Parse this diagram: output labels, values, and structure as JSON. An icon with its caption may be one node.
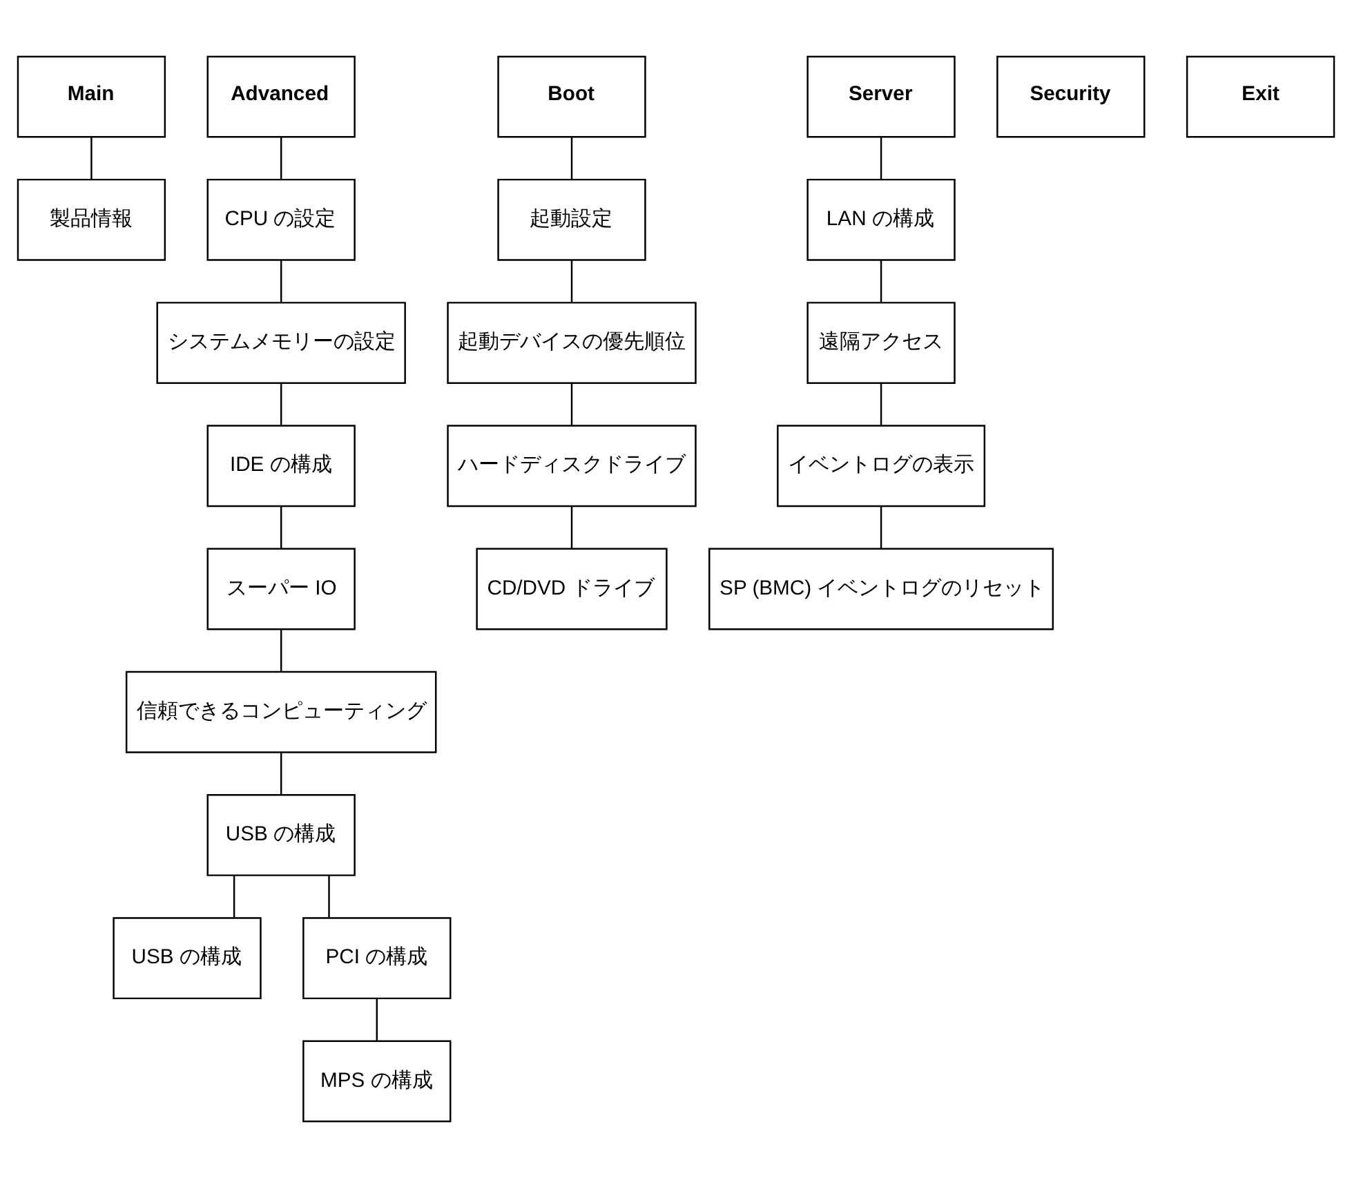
{
  "diagram": {
    "nodes": [
      {
        "text": [
          "Main"
        ]
      },
      {
        "text": [
          "Advanced"
        ]
      },
      {
        "text": [
          "Boot"
        ]
      },
      {
        "text": [
          "Server"
        ]
      },
      {
        "text": [
          "Security"
        ]
      },
      {
        "text": [
          "Exit"
        ]
      },
      {
        "text": [
          "製品情報"
        ]
      },
      {
        "text": [
          "CPU の設定"
        ]
      },
      {
        "text": [
          "システムメモリーの設定"
        ]
      },
      {
        "text": [
          "IDE の構成"
        ]
      },
      {
        "text": [
          "スーパー IO"
        ]
      },
      {
        "text": [
          "信頼できるコンピューティング"
        ]
      },
      {
        "text": [
          "USB の構成"
        ]
      },
      {
        "text": [
          "USB の構成"
        ]
      },
      {
        "text": [
          "PCI の構成"
        ]
      },
      {
        "text": [
          "MPS の構成"
        ]
      },
      {
        "text": [
          "起動設定"
        ]
      },
      {
        "text": [
          "起動デバイスの優先順位"
        ]
      },
      {
        "text": [
          "ハードディスクドライブ"
        ]
      },
      {
        "text": [
          "CD/DVD ドライブ"
        ]
      },
      {
        "text": [
          "LAN の構成"
        ]
      },
      {
        "text": [
          "遠隔アクセス"
        ]
      },
      {
        "text": [
          "イベントログの表示"
        ]
      },
      {
        "text": [
          "SP (BMC) イベントログのリセット"
        ]
      }
    ],
    "edges": [
      {
        "from": 0,
        "to": 6,
        "arrow": "none"
      },
      {
        "from": 1,
        "to": 7,
        "arrow": "none"
      },
      {
        "from": 7,
        "to": 8,
        "arrow": "none"
      },
      {
        "from": 8,
        "to": 9,
        "arrow": "none"
      },
      {
        "from": 9,
        "to": 10,
        "arrow": "none"
      },
      {
        "from": 10,
        "to": 11,
        "arrow": "none"
      },
      {
        "from": 11,
        "to": 12,
        "arrow": "none"
      },
      {
        "from": 12,
        "to": 13,
        "arrow": "none"
      },
      {
        "from": 12,
        "to": 14,
        "arrow": "none"
      },
      {
        "from": 14,
        "to": 15,
        "arrow": "none"
      },
      {
        "from": 2,
        "to": 16,
        "arrow": "none"
      },
      {
        "from": 16,
        "to": 17,
        "arrow": "none"
      },
      {
        "from": 17,
        "to": 18,
        "arrow": "none"
      },
      {
        "from": 18,
        "to": 19,
        "arrow": "none"
      },
      {
        "from": 3,
        "to": 20,
        "arrow": "none"
      },
      {
        "from": 20,
        "to": 21,
        "arrow": "none"
      },
      {
        "from": 21,
        "to": 22,
        "arrow": "none"
      },
      {
        "from": 22,
        "to": 23,
        "arrow": "none"
      }
    ]
  }
}
